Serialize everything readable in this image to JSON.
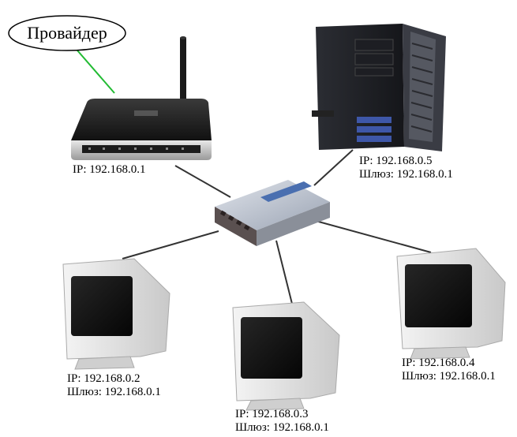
{
  "provider": {
    "label": "Провайдер"
  },
  "router": {
    "ip": "IP: 192.168.0.1"
  },
  "server": {
    "ip": "IP: 192.168.0.5",
    "gateway": "Шлюз: 192.168.0.1"
  },
  "pc_left": {
    "ip": "IP: 192.168.0.2",
    "gateway": "Шлюз: 192.168.0.1"
  },
  "pc_center": {
    "ip": "IP: 192.168.0.3",
    "gateway": "Шлюз: 192.168.0.1"
  },
  "pc_right": {
    "ip": "IP: 192.168.0.4",
    "gateway": "Шлюз: 192.168.0.1"
  },
  "colors": {
    "uplink": "#22bb33",
    "link": "#333333"
  }
}
